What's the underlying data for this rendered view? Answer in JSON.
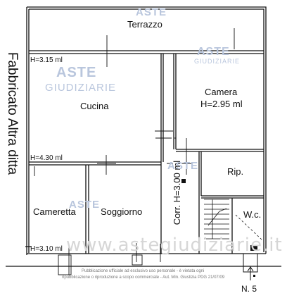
{
  "side_title": "Fabbricato Altra ditta",
  "rooms": {
    "terrazzo": "Terrazzo",
    "camera": "Camera",
    "camera_height": "H=2.95 ml",
    "cucina": "Cucina",
    "rip": "Rip.",
    "corridor": "Corr. H=3.00 ml",
    "wc": "W.c.",
    "cameretta": "Cameretta",
    "soggiorno": "Soggiorno"
  },
  "heights": {
    "top": "H=3.15 ml",
    "middle": "H=4.30 ml",
    "bottom": "H=3.10 ml"
  },
  "watermark": {
    "brand": "ASTE",
    "sub": "GIUDIZIARIE",
    "site": "www.astegiudiziarie.it",
    "note_line1": "Pubblicazione ufficiale ad esclusivo uso personale - è vietata ogni",
    "note_line2": "ripubblicazione o riproduzione a scopo commerciale - Aut. Min. Giustizia PDG 21/07/09"
  },
  "civic_number": "N. 5"
}
